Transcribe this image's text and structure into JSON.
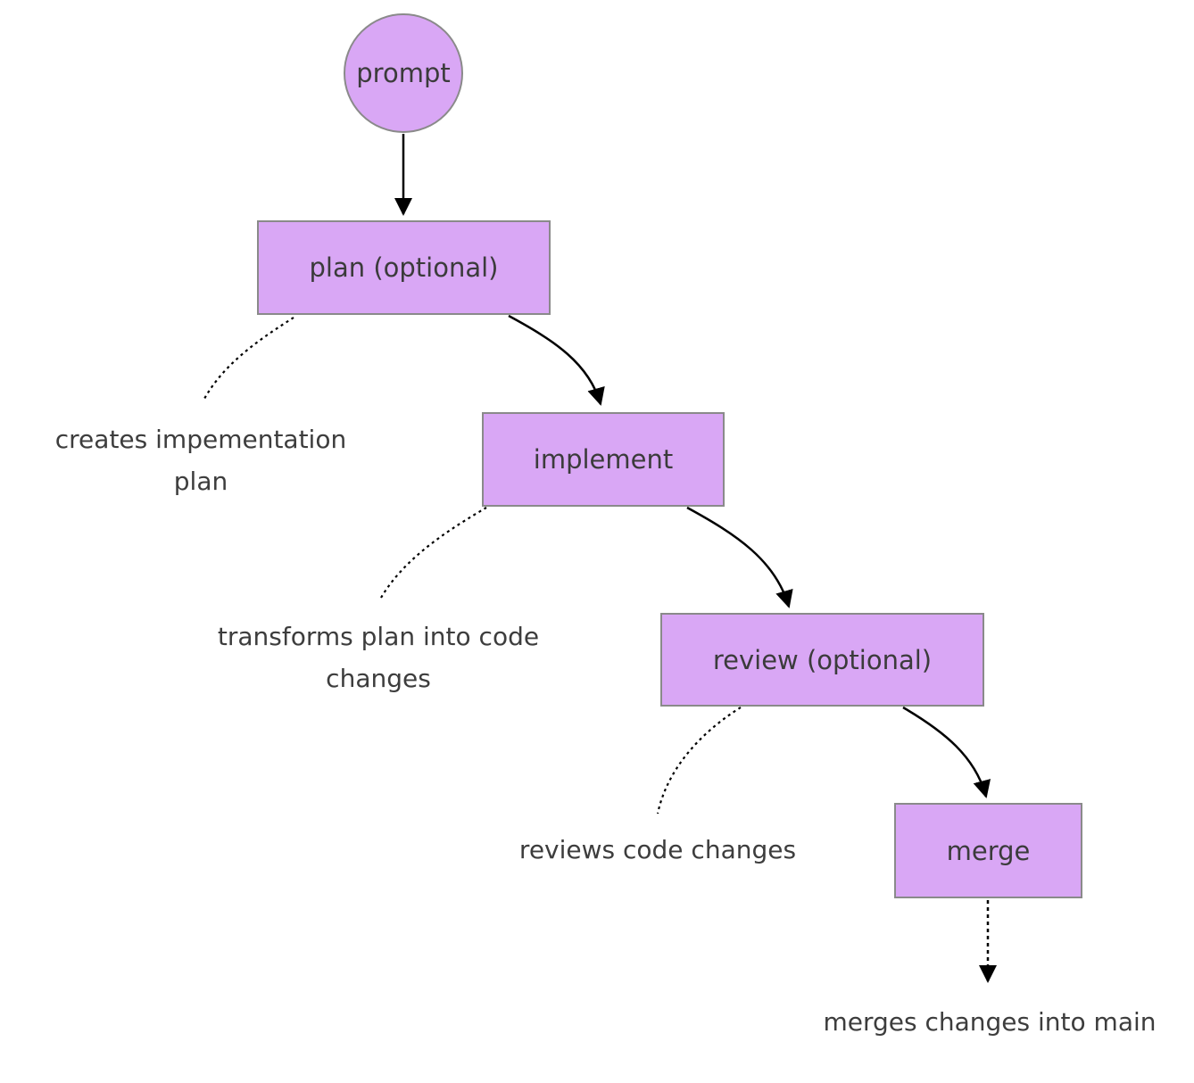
{
  "diagram": {
    "type": "flowchart",
    "direction": "top-to-bottom-stepped",
    "background": "#ffffff",
    "colors": {
      "node_fill": "#d9a7f5",
      "node_border": "#8a8a8a",
      "node_text": "#3b3b3b",
      "edge_line": "#000000",
      "note_text": "#3d3d3d"
    },
    "nodes": [
      {
        "id": "prompt",
        "label": "prompt",
        "shape": "circle"
      },
      {
        "id": "plan",
        "label": "plan (optional)",
        "shape": "rect"
      },
      {
        "id": "implement",
        "label": "implement",
        "shape": "rect"
      },
      {
        "id": "review",
        "label": "review (optional)",
        "shape": "rect"
      },
      {
        "id": "merge",
        "label": "merge",
        "shape": "rect"
      }
    ],
    "edges": [
      {
        "from": "prompt",
        "to": "plan",
        "style": "solid",
        "arrowhead": true
      },
      {
        "from": "plan",
        "to": "implement",
        "style": "solid",
        "arrowhead": true
      },
      {
        "from": "implement",
        "to": "review",
        "style": "solid",
        "arrowhead": true
      },
      {
        "from": "review",
        "to": "merge",
        "style": "solid",
        "arrowhead": true
      },
      {
        "from": "merge",
        "to": "merge-note",
        "style": "dotted",
        "arrowhead": true
      },
      {
        "from": "plan",
        "to": "plan-note",
        "style": "dotted",
        "arrowhead": false
      },
      {
        "from": "implement",
        "to": "implement-note",
        "style": "dotted",
        "arrowhead": false
      },
      {
        "from": "review",
        "to": "review-note",
        "style": "dotted",
        "arrowhead": false
      }
    ],
    "notes": [
      {
        "for": "plan",
        "lines": [
          "creates impementation",
          "plan"
        ]
      },
      {
        "for": "implement",
        "lines": [
          "transforms plan into code",
          "changes"
        ]
      },
      {
        "for": "review",
        "lines": [
          "reviews code changes"
        ]
      },
      {
        "for": "merge",
        "lines": [
          "merges changes into main"
        ]
      }
    ]
  }
}
